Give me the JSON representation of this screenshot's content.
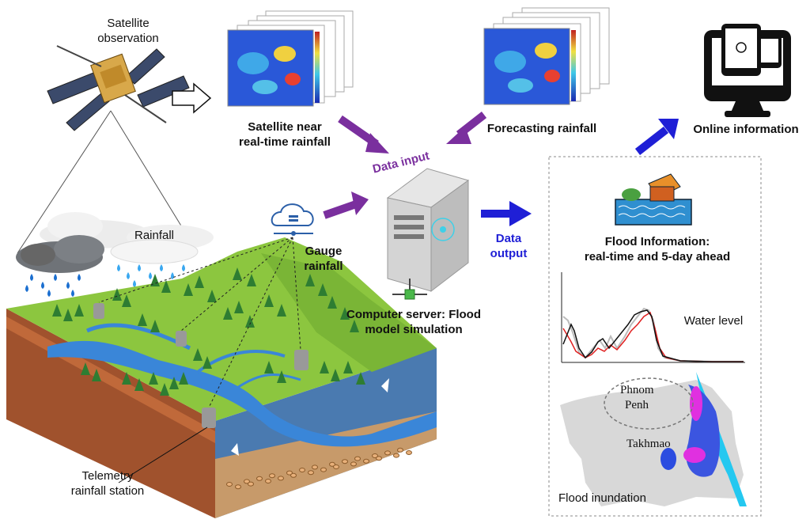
{
  "satellite": {
    "label_line1": "Satellite",
    "label_line2": "observation"
  },
  "rainfall_label": "Rainfall",
  "satellite_rainfall": {
    "line1": "Satellite near",
    "line2": "real-time rainfall"
  },
  "forecast_rainfall": "Forecasting rainfall",
  "data_input": "Data input",
  "gauge": {
    "line1": "Gauge",
    "line2": "rainfall"
  },
  "server": {
    "line1": "Computer server: Flood",
    "line2": "model simulation"
  },
  "data_output": {
    "line1": "Data",
    "line2": "output"
  },
  "online_info": "Online information",
  "flood_info": {
    "line1": "Flood Information:",
    "line2": "real-time and 5-day ahead"
  },
  "water_level": "Water level",
  "places": {
    "phnom_penh_1": "Phnom",
    "phnom_penh_2": "Penh",
    "takhmao": "Takhmao"
  },
  "flood_inundation": "Flood inundation",
  "telemetry": {
    "line1": "Telemetry",
    "line2": "rainfall station"
  },
  "colors": {
    "input_arrow": "#7a2f9e",
    "output_arrow": "#1f1fd6",
    "data_input_text": "#7a2f9e",
    "data_output_text": "#1f1fd6",
    "terrain": "#8cc63f",
    "river": "#3a86d8"
  }
}
